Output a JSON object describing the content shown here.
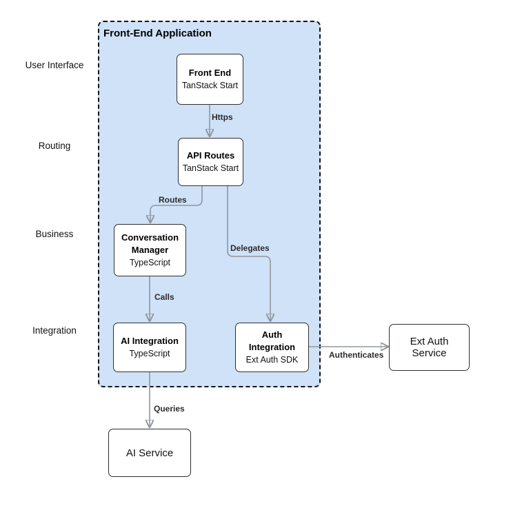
{
  "diagram": {
    "container": {
      "title": "Front-End Application",
      "bg_color": "#cfe2f8"
    },
    "layers": [
      {
        "label": "User Interface"
      },
      {
        "label": "Routing"
      },
      {
        "label": "Business"
      },
      {
        "label": "Integration"
      }
    ],
    "nodes": {
      "front_end": {
        "title": "Front End",
        "subtitle": "TanStack Start"
      },
      "api_routes": {
        "title": "API Routes",
        "subtitle": "TanStack Start"
      },
      "conversation_manager": {
        "title": "Conversation Manager",
        "subtitle": "TypeScript"
      },
      "ai_integration": {
        "title": "AI Integration",
        "subtitle": "TypeScript"
      },
      "auth_integration": {
        "title": "Auth Integration",
        "subtitle": "Ext Auth SDK"
      },
      "ext_auth_service": {
        "label": "Ext Auth Service"
      },
      "ai_service": {
        "label": "AI Service"
      }
    },
    "edges": {
      "https": {
        "label": "Https",
        "from": "front_end",
        "to": "api_routes"
      },
      "routes": {
        "label": "Routes",
        "from": "api_routes",
        "to": "conversation_manager"
      },
      "delegates": {
        "label": "Delegates",
        "from": "api_routes",
        "to": "auth_integration"
      },
      "calls": {
        "label": "Calls",
        "from": "conversation_manager",
        "to": "ai_integration"
      },
      "queries": {
        "label": "Queries",
        "from": "ai_integration",
        "to": "ai_service"
      },
      "authenticates": {
        "label": "Authenticates",
        "from": "auth_integration",
        "to": "ext_auth_service"
      }
    },
    "colors": {
      "edge_line": "#8f969e",
      "arrowhead": "#333333",
      "node_border": "#2f2f2f",
      "container_border": "#111111"
    }
  }
}
